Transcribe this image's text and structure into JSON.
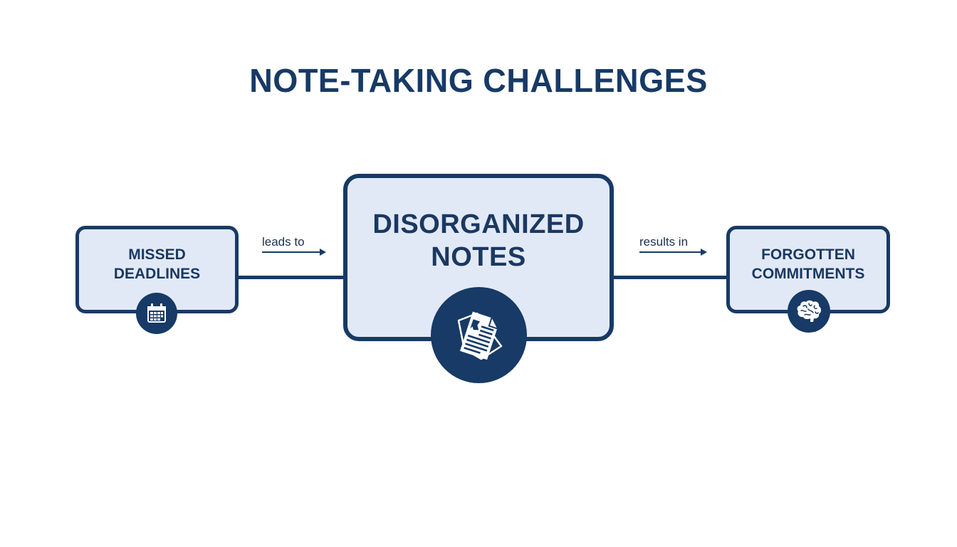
{
  "title": "NOTE-TAKING CHALLENGES",
  "colors": {
    "primary": "#173a66",
    "box_fill": "#e2e9f6",
    "background": "#ffffff"
  },
  "nodes": [
    {
      "id": "missed-deadlines",
      "label_line1": "MISSED",
      "label_line2": "DEADLINES",
      "icon": "calendar-icon"
    },
    {
      "id": "disorganized-notes",
      "label_line1": "DISORGANIZED",
      "label_line2": "NOTES",
      "icon": "scattered-papers-icon"
    },
    {
      "id": "forgotten-commitments",
      "label_line1": "FORGOTTEN",
      "label_line2": "COMMITMENTS",
      "icon": "brain-icon"
    }
  ],
  "edges": [
    {
      "from": "missed-deadlines",
      "to": "disorganized-notes",
      "label": "leads to"
    },
    {
      "from": "disorganized-notes",
      "to": "forgotten-commitments",
      "label": "results in"
    }
  ]
}
